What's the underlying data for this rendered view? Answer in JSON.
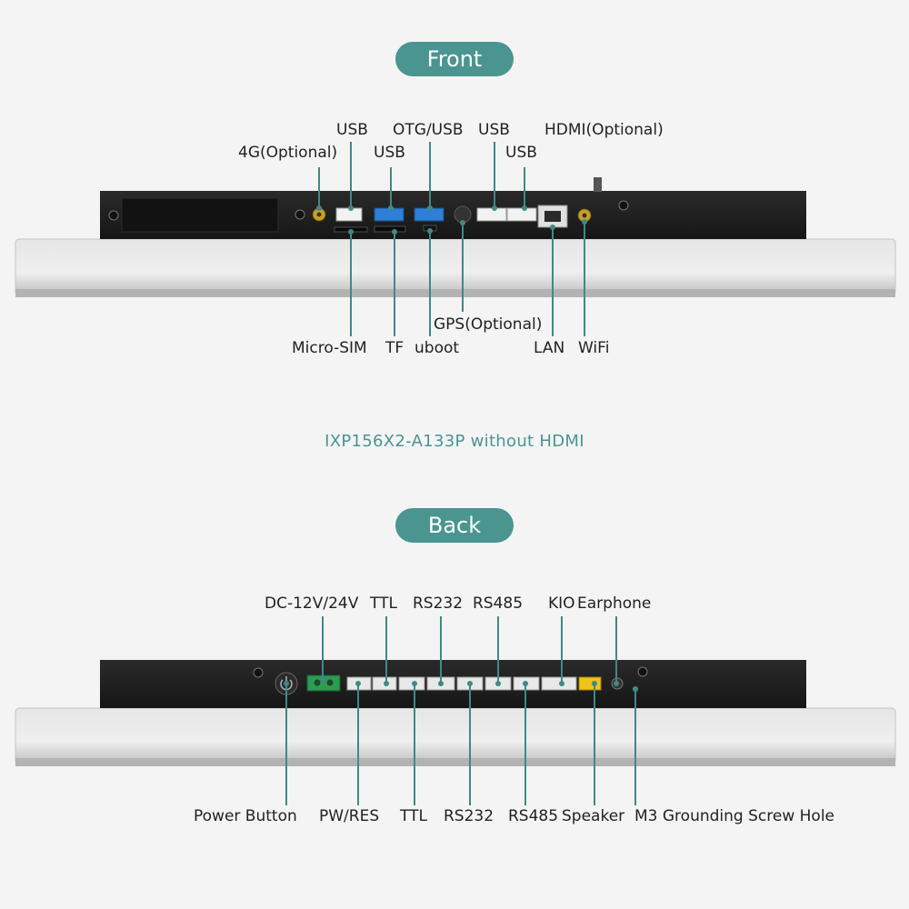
{
  "front": {
    "title": "Front",
    "labels_top": {
      "g4": "4G(Optional)",
      "usb1": "USB",
      "usb2": "USB",
      "otg": "OTG/USB",
      "usb3": "USB",
      "usb4": "USB",
      "hdmi": "HDMI(Optional)"
    },
    "labels_bottom": {
      "microsim": "Micro-SIM",
      "tf": "TF",
      "uboot": "uboot",
      "gps": "GPS(Optional)",
      "lan": "LAN",
      "wifi": "WiFi"
    }
  },
  "model_caption": "IXP156X2-A133P without HDMI",
  "back": {
    "title": "Back",
    "labels_top": {
      "dc": "DC-12V/24V",
      "ttl": "TTL",
      "rs232": "RS232",
      "rs485": "RS485",
      "kio": "KIO",
      "earphone": "Earphone"
    },
    "labels_bottom": {
      "power": "Power Button",
      "pwres": "PW/RES",
      "ttl": "TTL",
      "rs232": "RS232",
      "rs485": "RS485",
      "speaker": "Speaker",
      "m3": "M3 Grounding Screw Hole"
    }
  },
  "colors": {
    "accent": "#4a9590",
    "leader": "#3f8a86",
    "usb_blue": "#2f7fd8",
    "terminal_green": "#2e9b52",
    "speaker_yellow": "#f0c419",
    "chassis": "#202020",
    "bezel": "#d9d9d9"
  }
}
